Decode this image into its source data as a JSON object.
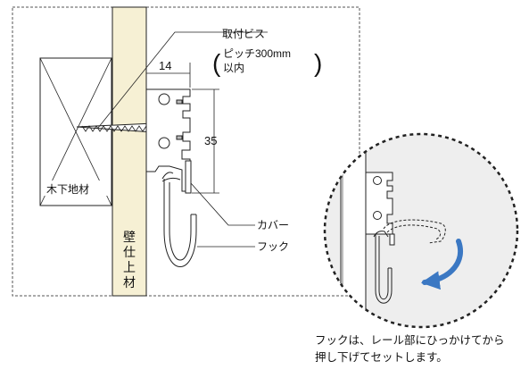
{
  "labels": {
    "screw_line1": "取付ビス",
    "screw_pitch": "ピッチ300mm",
    "screw_unit": "以内",
    "paren_open": "(",
    "paren_close": ")",
    "wood_base": "木下地材",
    "wall_finish": [
      "壁",
      "仕",
      "上",
      "材"
    ],
    "cover": "カバー",
    "hook": "フック",
    "dim_width": "14",
    "dim_height": "35"
  },
  "caption": {
    "line1": "フックは、レール部にひっかけてから",
    "line2": "押し下げてセットします。"
  },
  "colors": {
    "wall_fill": "#f6f0d4",
    "inset_fill": "#eeeeee",
    "arrow": "#3b78c3",
    "line": "#222222"
  }
}
